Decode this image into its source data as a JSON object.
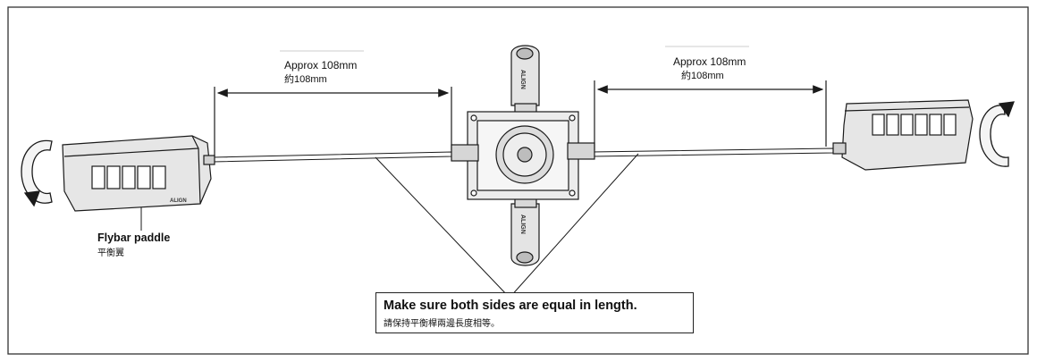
{
  "labels": {
    "left_measure_en": "Approx 108mm",
    "left_measure_zh": "約108mm",
    "right_measure_en": "Approx 108mm",
    "right_measure_zh": "約108mm",
    "paddle_en": "Flybar paddle",
    "paddle_zh": "平衡翼",
    "note_en": "Make sure both sides are equal in length.",
    "note_zh": "請保持平衡桿兩邊長度相等。",
    "brand": "ALIGN"
  },
  "colors": {
    "line": "#1a1a1a",
    "part_fill": "#e4e4e4",
    "part_dark": "#bdbdbd",
    "background": "#ffffff"
  }
}
